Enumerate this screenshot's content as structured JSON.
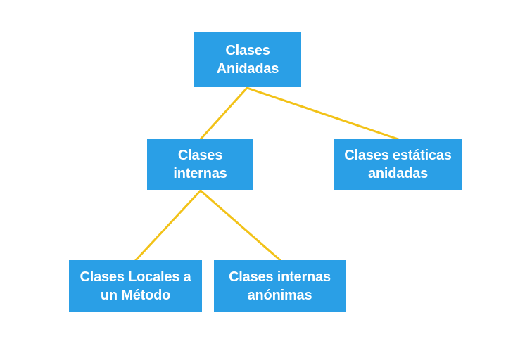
{
  "diagram": {
    "nodes": {
      "root": "Clases\nAnidadas",
      "internas": "Clases\ninternas",
      "estaticas": "Clases estáticas\nanidadas",
      "locales": "Clases Locales a\nun Método",
      "anonimas": "Clases internas\nanónimas"
    },
    "edges": [
      {
        "from": "root",
        "to": "internas"
      },
      {
        "from": "root",
        "to": "estaticas"
      },
      {
        "from": "internas",
        "to": "locales"
      },
      {
        "from": "internas",
        "to": "anonimas"
      }
    ],
    "colors": {
      "node_fill": "#2a9fe6",
      "node_text": "#ffffff",
      "connector": "#f2c218",
      "background": "#ffffff"
    }
  }
}
